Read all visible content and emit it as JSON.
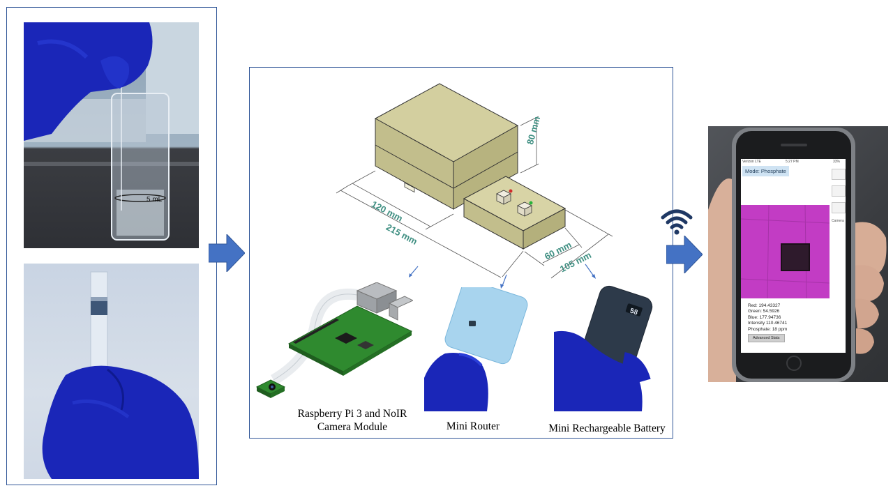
{
  "components": {
    "raspberry_pi": [
      "Raspberry Pi 3 and NoIR",
      "Camera Module"
    ],
    "router": "Mini Router",
    "battery": "Mini Rechargeable Battery"
  },
  "dimensions": {
    "height": "80 mm",
    "width": "120 mm",
    "length": "215 mm",
    "arm_width": "60 mm",
    "arm_length": "105 mm"
  },
  "beaker": {
    "volume_mark": "5 mL"
  },
  "battery_display": "58",
  "phone": {
    "status": {
      "carrier": "Verizon  LTE",
      "time": "5:27 PM",
      "battery": "33%"
    },
    "mode_label": "Mode: Phosphate",
    "camera_button": "Camera",
    "readings": [
      "Red: 194.43327",
      "Green: 54.5926",
      "Blue: 177.94736",
      "Intensity 110.46741",
      "Phosphate: 18 ppm"
    ],
    "advanced_button": "Advanced Stats"
  },
  "colors": {
    "panel_border": "#2f5597",
    "arrow": "#4472c4",
    "wifi": "#1f3864",
    "dimension_text": "#3f8f82",
    "device_body": "#d6d2a7",
    "glove": "#1a26b8",
    "test_pad": "#c23cc4"
  },
  "icons": [
    "flow-arrow-icon",
    "wifi-icon",
    "pointer-arrow-icon"
  ]
}
